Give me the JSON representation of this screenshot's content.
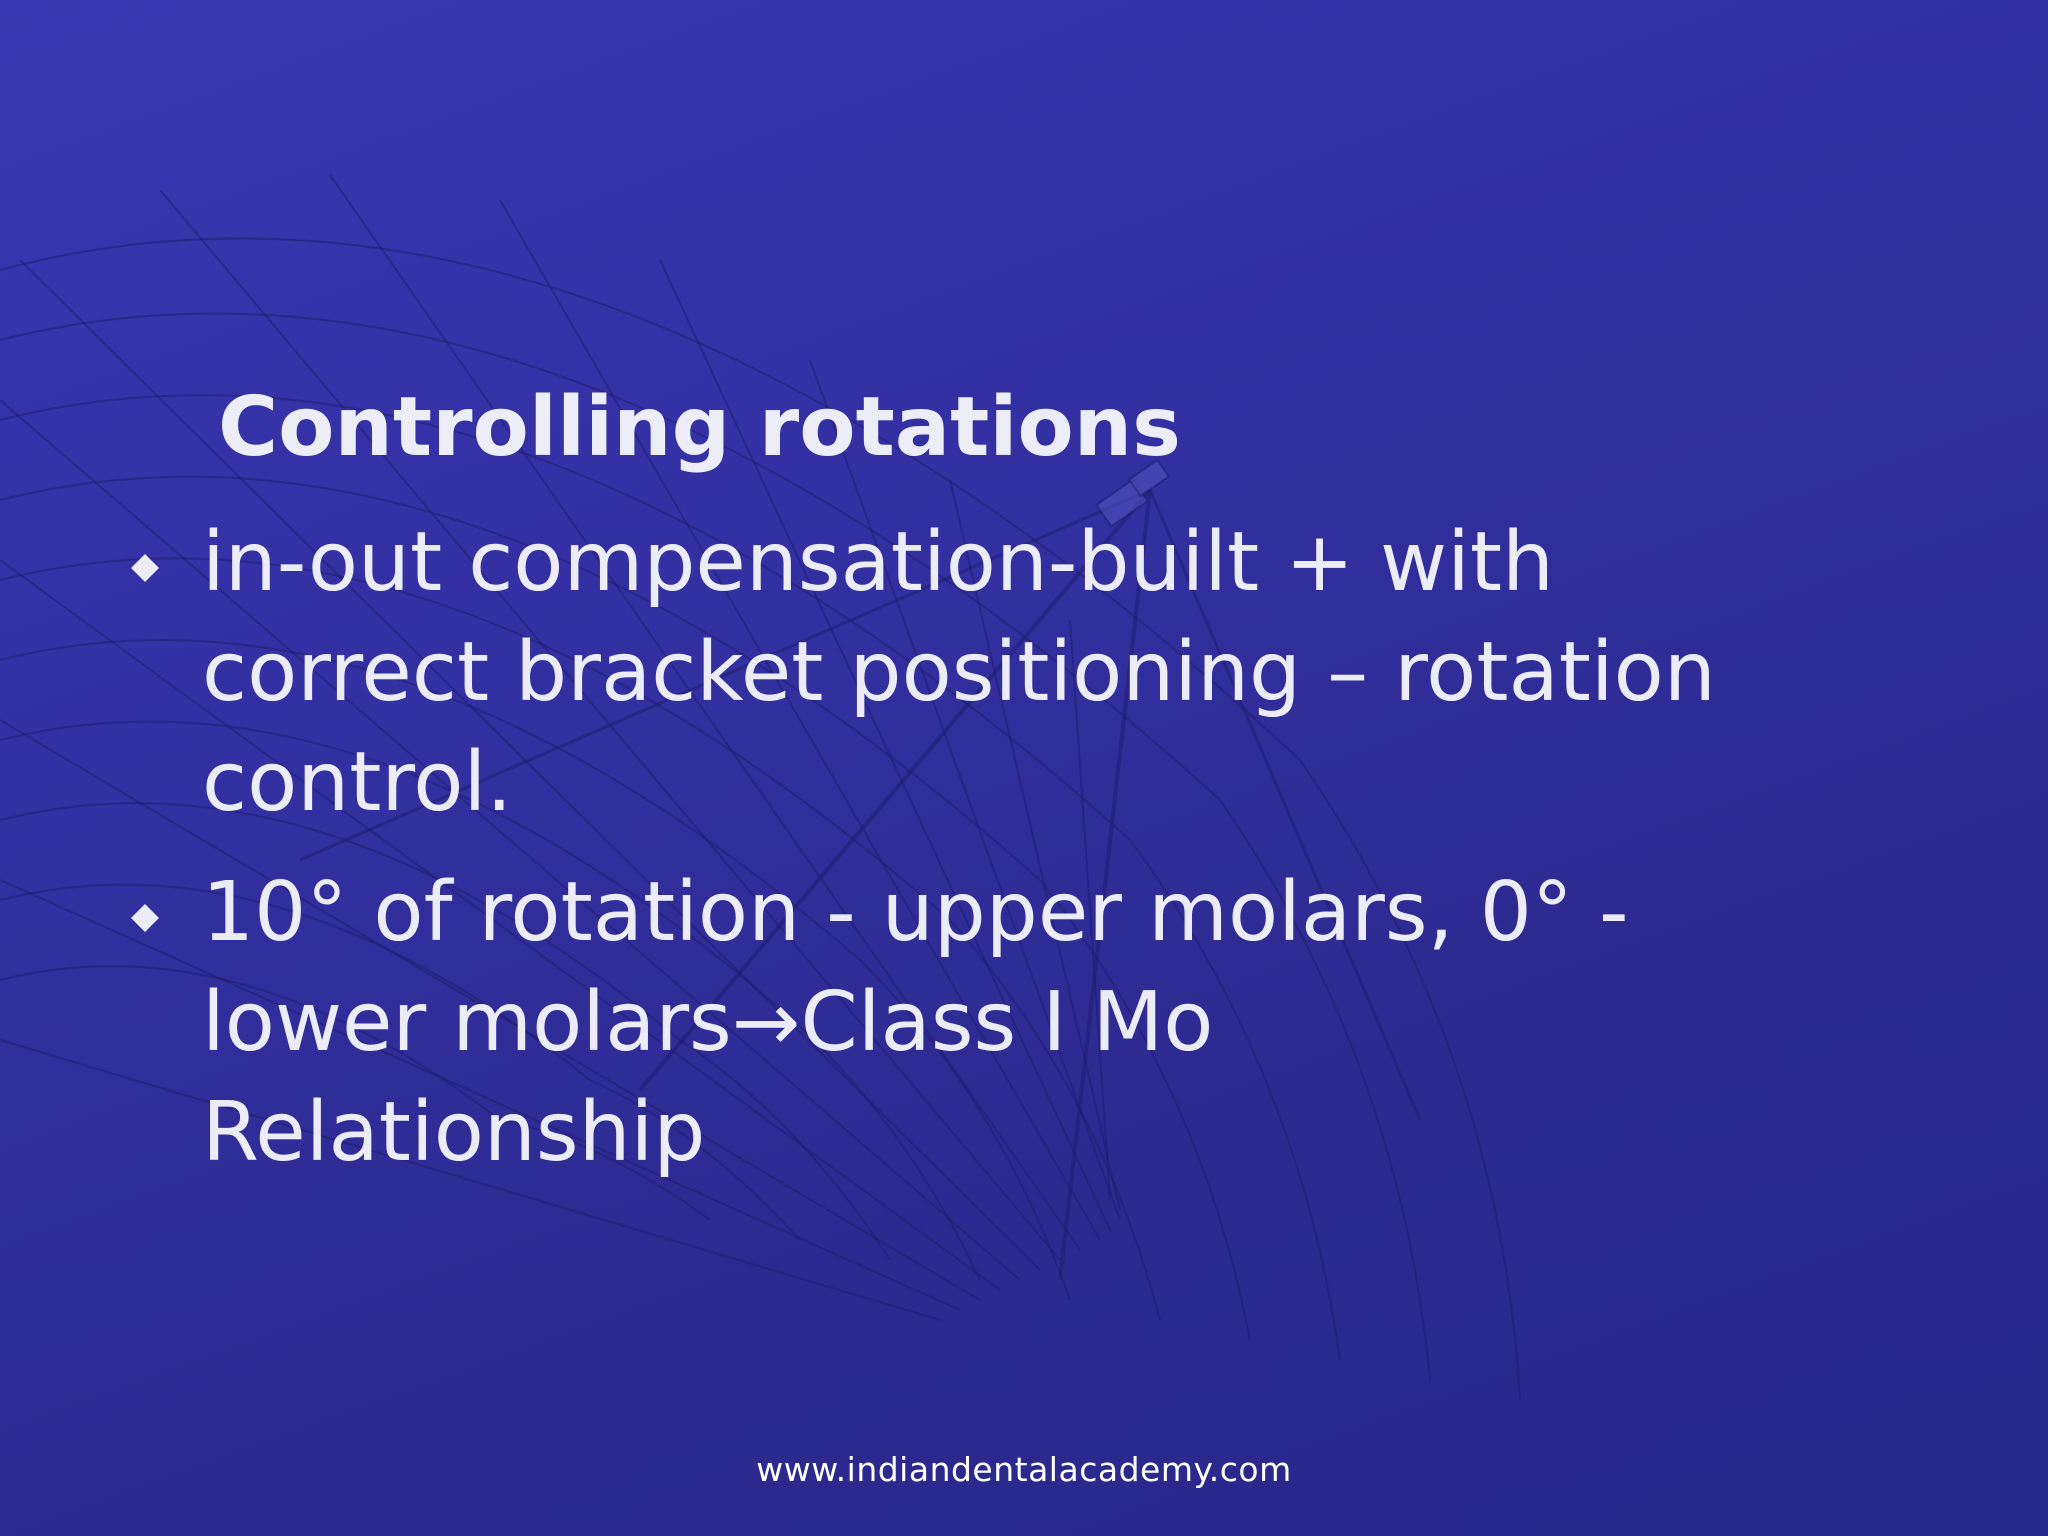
{
  "slide": {
    "title": "Controlling rotations",
    "bullets": [
      {
        "lines": [
          "in-out compensation-built + with",
          "correct bracket positioning – rotation",
          "control."
        ]
      },
      {
        "lines": [
          "10° of rotation - upper molars, 0° -",
          "lower molars→Class I Mo",
          "Relationship"
        ]
      }
    ],
    "footer": "www.indiandentalacademy.com"
  },
  "colors": {
    "background_top": "#3a37b2",
    "background_bottom": "#28278a",
    "text": "#ececf6",
    "grid_lines": "#1f1d6e"
  },
  "icons": {
    "bullet": "diamond-icon",
    "background": "parabolic-dish-grid-graphic"
  }
}
